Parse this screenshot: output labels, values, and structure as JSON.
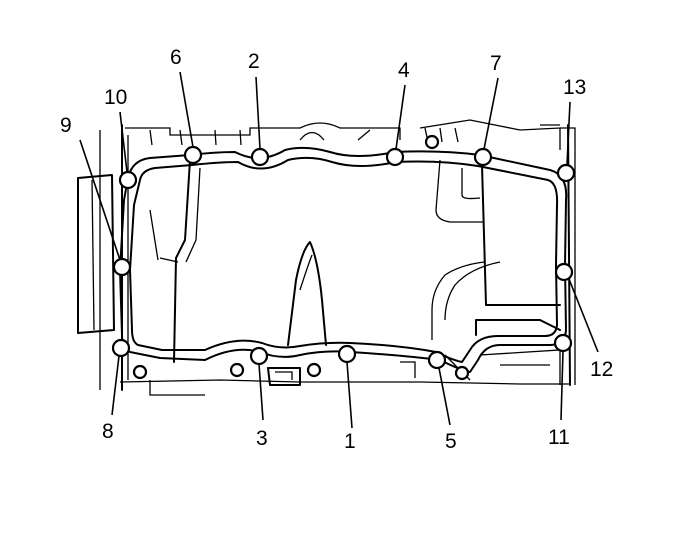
{
  "figure": {
    "type": "bolt tightening sequence diagram (oil pan)",
    "callouts": [
      "1",
      "2",
      "3",
      "4",
      "5",
      "6",
      "7",
      "8",
      "9",
      "10",
      "11",
      "12",
      "13"
    ]
  }
}
